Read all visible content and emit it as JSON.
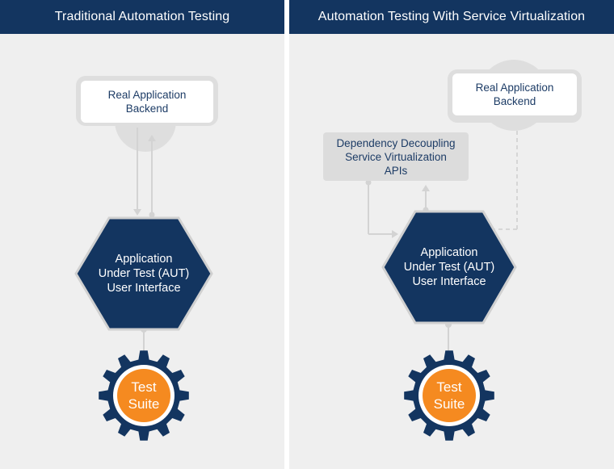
{
  "colors": {
    "navy": "#133560",
    "orange": "#f58a20",
    "panel_bg": "#efefef",
    "connector": "#d3d3d3",
    "box_bg": "#ffffff",
    "dependency_box_bg": "#dcdcdc"
  },
  "left_panel": {
    "title": "Traditional Automation Testing",
    "backend": {
      "line1": "Real Application",
      "line2": "Backend"
    },
    "aut": {
      "line1": "Application",
      "line2": "Under Test (AUT)",
      "line3": "User Interface"
    },
    "suite": {
      "line1": "Test",
      "line2": "Suite"
    }
  },
  "right_panel": {
    "title": "Automation Testing With Service Virtualization",
    "backend": {
      "line1": "Real Application",
      "line2": "Backend"
    },
    "dependency": {
      "line1": "Dependency Decoupling",
      "line2": "Service Virtualization",
      "line3": "APIs"
    },
    "aut": {
      "line1": "Application",
      "line2": "Under Test (AUT)",
      "line3": "User Interface"
    },
    "suite": {
      "line1": "Test",
      "line2": "Suite"
    }
  }
}
